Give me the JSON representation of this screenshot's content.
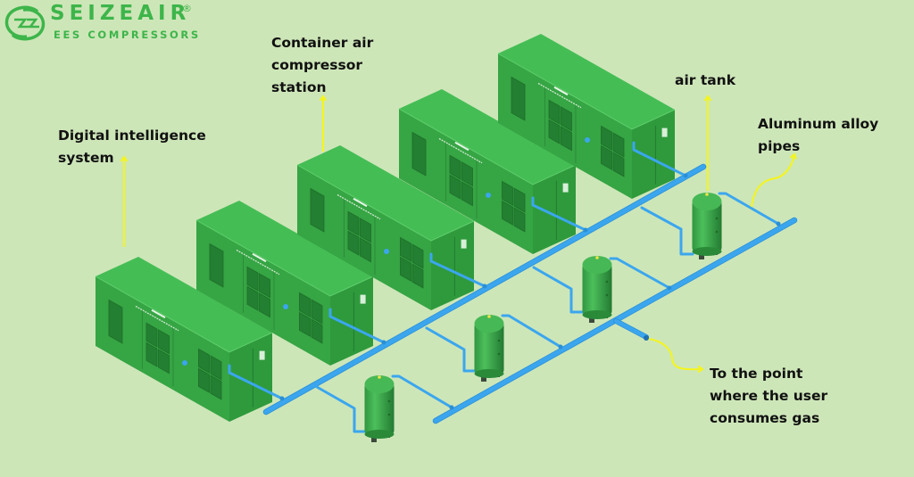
{
  "logo": {
    "brand": "SEIZEAIR",
    "registered": "®",
    "subtitle": "EES COMPRESSORS",
    "icon": "s-swirl-logo-icon"
  },
  "colors": {
    "background": "#cde6b8",
    "container_top": "#45bd55",
    "container_side": "#36a544",
    "container_front": "#2e9a3c",
    "pipe": "#3ba6ee",
    "tank": "#3aa64a",
    "arrow": "#f5f51a",
    "brand": "#3db54a"
  },
  "labels": {
    "digital": "Digital intelligence\nsystem",
    "container": "Container air\ncompressor\nstation",
    "tank": "air tank",
    "pipes": "Aluminum alloy\npipes",
    "user": "To the point\nwhere the user\nconsumes gas"
  },
  "diagram": {
    "containers": [
      {
        "name": "compressor-container-1"
      },
      {
        "name": "compressor-container-2"
      },
      {
        "name": "compressor-container-3"
      },
      {
        "name": "compressor-container-4"
      },
      {
        "name": "compressor-container-5"
      }
    ],
    "tanks": [
      {
        "name": "air-tank-1"
      },
      {
        "name": "air-tank-2"
      },
      {
        "name": "air-tank-3"
      },
      {
        "name": "air-tank-4"
      }
    ]
  }
}
